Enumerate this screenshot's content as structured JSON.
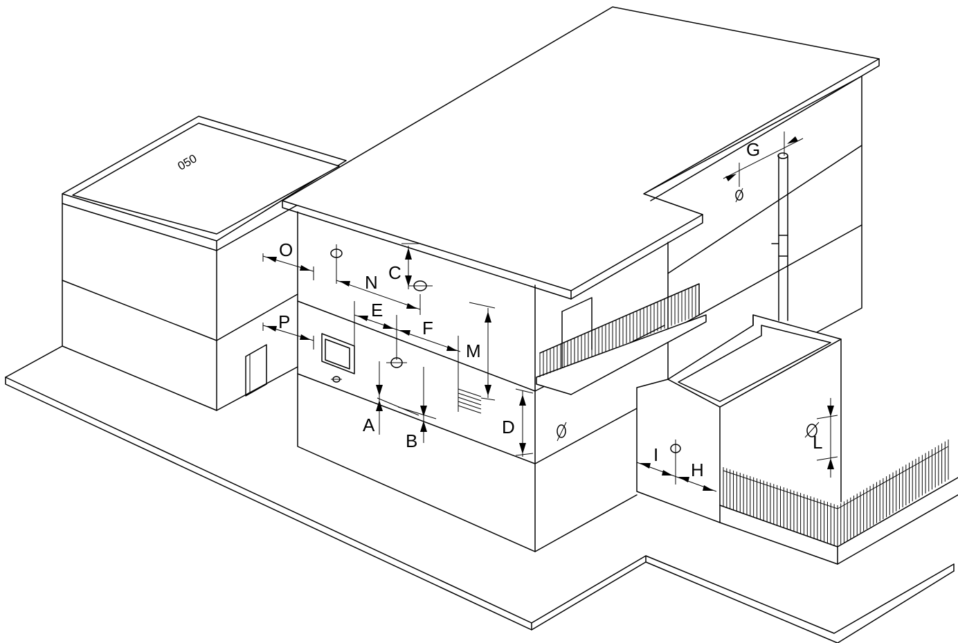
{
  "roof_number": "050",
  "labels": {
    "A": "A",
    "B": "B",
    "C": "C",
    "D": "D",
    "E": "E",
    "F": "F",
    "G": "G",
    "H": "H",
    "I": "I",
    "L": "L",
    "M": "M",
    "N": "N",
    "O": "O",
    "P": "P"
  },
  "colors": {
    "line": "#000000",
    "background": "#ffffff"
  }
}
